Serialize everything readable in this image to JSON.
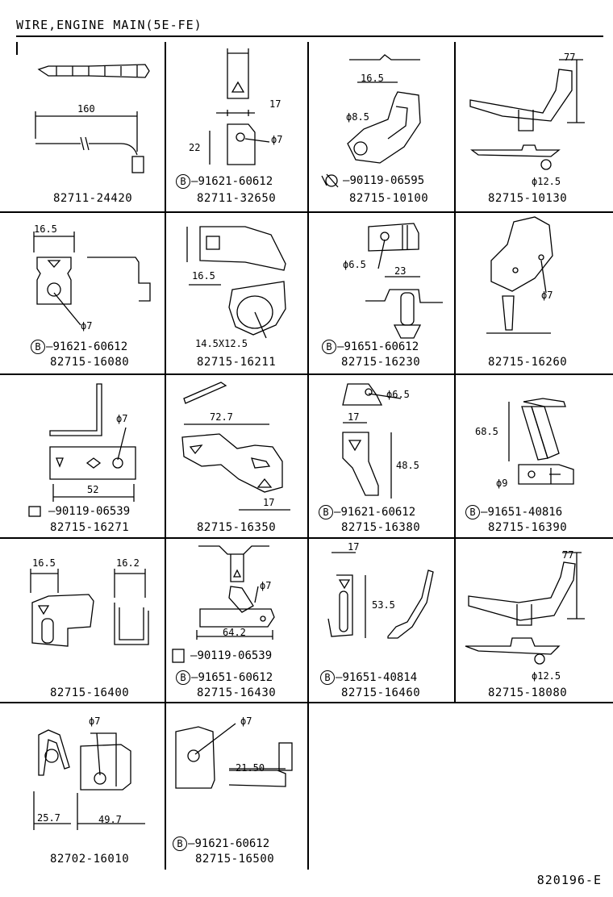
{
  "title": "WIRE,ENGINE MAIN(5E-FE)",
  "footer_code": "820196-E",
  "cells": [
    {
      "part": "82711-24420",
      "bolt": "",
      "bolt_prefix": "",
      "dims": [
        "160"
      ]
    },
    {
      "part": "82711-32650",
      "bolt": "91621-60612",
      "bolt_prefix": "B",
      "dims": [
        "17",
        "22",
        "ϕ7"
      ]
    },
    {
      "part": "82715-10100",
      "bolt": "90119-06595",
      "bolt_prefix": "bolt",
      "dims": [
        "16.5",
        "ϕ8.5"
      ]
    },
    {
      "part": "82715-10130",
      "bolt": "",
      "bolt_prefix": "",
      "dims": [
        "77",
        "ϕ12.5"
      ]
    },
    {
      "part": "82715-16080",
      "bolt": "91621-60612",
      "bolt_prefix": "B",
      "dims": [
        "16.5",
        "ϕ7"
      ]
    },
    {
      "part": "82715-16211",
      "bolt": "",
      "bolt_prefix": "",
      "dims": [
        "16.5",
        "14.5X12.5"
      ]
    },
    {
      "part": "82715-16230",
      "bolt": "91651-60612",
      "bolt_prefix": "B",
      "dims": [
        "ϕ6.5",
        "23"
      ]
    },
    {
      "part": "82715-16260",
      "bolt": "",
      "bolt_prefix": "",
      "dims": [
        "ϕ7"
      ]
    },
    {
      "part": "82715-16271",
      "bolt": "90119-06539",
      "bolt_prefix": "bolt",
      "dims": [
        "ϕ7",
        "52"
      ]
    },
    {
      "part": "82715-16350",
      "bolt": "",
      "bolt_prefix": "",
      "dims": [
        "72.7",
        "17"
      ]
    },
    {
      "part": "82715-16380",
      "bolt": "91621-60612",
      "bolt_prefix": "B",
      "dims": [
        "ϕ6.5",
        "17",
        "48.5"
      ]
    },
    {
      "part": "82715-16390",
      "bolt": "91651-40816",
      "bolt_prefix": "B",
      "dims": [
        "68.5",
        "ϕ9"
      ]
    },
    {
      "part": "82715-16400",
      "bolt": "",
      "bolt_prefix": "",
      "dims": [
        "16.5",
        "16.2"
      ]
    },
    {
      "part": "82715-16430",
      "bolt": "91651-60612",
      "bolt_prefix": "B",
      "bolt2": "90119-06539",
      "dims": [
        "ϕ7",
        "64.2"
      ]
    },
    {
      "part": "82715-16460",
      "bolt": "91651-40814",
      "bolt_prefix": "B",
      "dims": [
        "17",
        "53.5"
      ]
    },
    {
      "part": "82715-18080",
      "bolt": "",
      "bolt_prefix": "",
      "dims": [
        "77",
        "ϕ12.5"
      ]
    },
    {
      "part": "82702-16010",
      "bolt": "",
      "bolt_prefix": "",
      "dims": [
        "ϕ7",
        "25.7",
        "49.7"
      ]
    },
    {
      "part": "82715-16500",
      "bolt": "91621-60612",
      "bolt_prefix": "B",
      "dims": [
        "ϕ7",
        "21.50"
      ]
    }
  ]
}
